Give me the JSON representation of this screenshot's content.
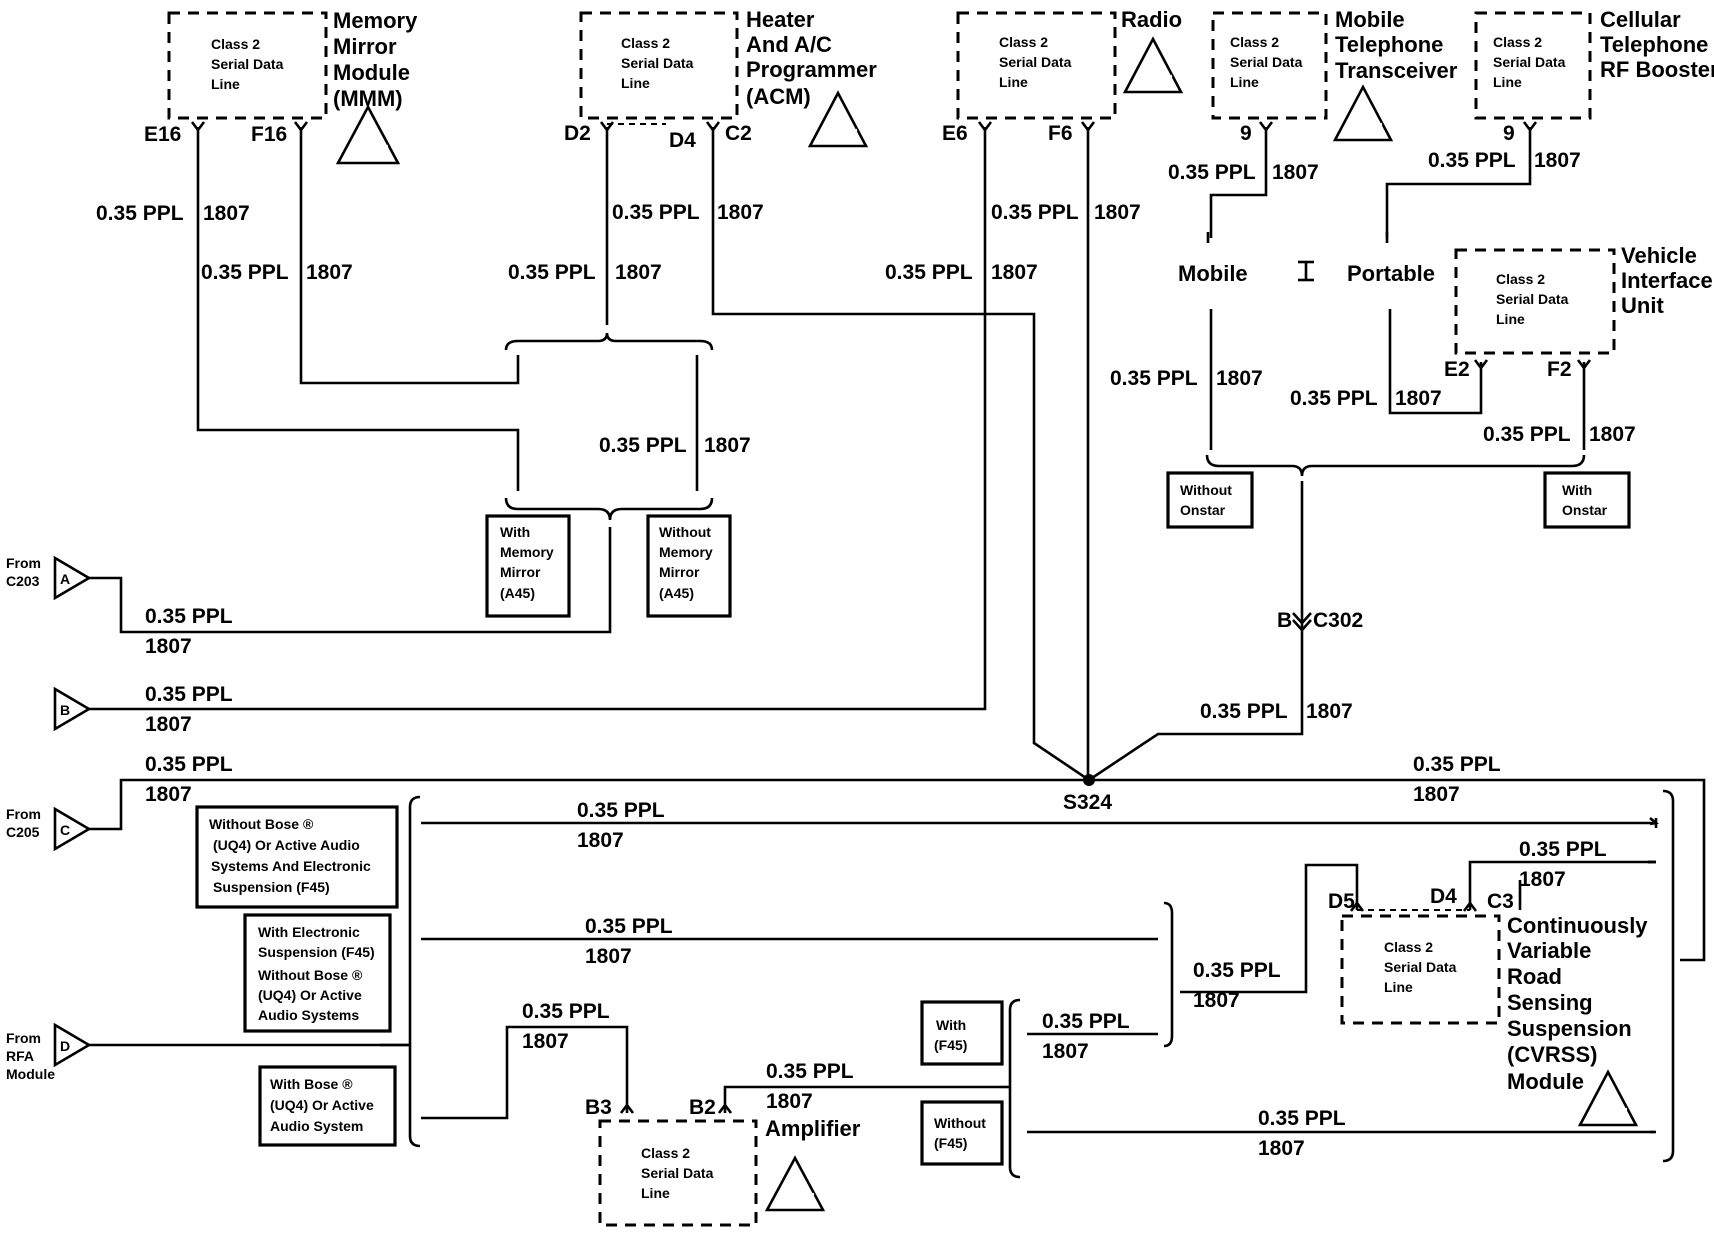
{
  "modules": {
    "mmm": {
      "name": [
        "Memory",
        "Mirror",
        "Module",
        "(MMM)"
      ],
      "inner": [
        "Class 2",
        "Serial Data",
        "Line"
      ],
      "pins": [
        "E16",
        "F16"
      ]
    },
    "acm": {
      "name": [
        "Heater",
        "And A/C",
        "Programmer",
        "(ACM)"
      ],
      "inner": [
        "Class 2",
        "Serial Data",
        "Line"
      ],
      "pins": [
        "D2",
        "D4",
        "C2"
      ]
    },
    "radio": {
      "name": [
        "Radio"
      ],
      "inner": [
        "Class 2",
        "Serial Data",
        "Line"
      ],
      "pins": [
        "E6",
        "F6"
      ]
    },
    "phone": {
      "name": [
        "Mobile",
        "Telephone",
        "Transceiver"
      ],
      "inner": [
        "Class 2",
        "Serial Data",
        "Line"
      ],
      "pins": [
        "9"
      ]
    },
    "booster": {
      "name": [
        "Cellular",
        "Telephone",
        "RF Booster"
      ],
      "inner": [
        "Class 2",
        "Serial Data",
        "Line"
      ],
      "pins": [
        "9"
      ]
    },
    "viu": {
      "name": [
        "Vehicle",
        "Interface",
        "Unit"
      ],
      "inner": [
        "Class 2",
        "Serial Data",
        "Line"
      ],
      "pins": [
        "E2",
        "F2"
      ]
    },
    "cvrss": {
      "name": [
        "Continuously",
        "Variable",
        "Road",
        "Sensing",
        "Suspension",
        "(CVRSS)",
        "Module"
      ],
      "inner": [
        "Class 2",
        "Serial Data",
        "Line"
      ],
      "pins": [
        "D5",
        "D4",
        "C3"
      ]
    },
    "amp": {
      "name": [
        "Amplifier"
      ],
      "inner": [
        "Class 2",
        "Serial Data",
        "Line"
      ],
      "pins": [
        "B3",
        "B2"
      ]
    }
  },
  "wire": {
    "size_color": "0.35 PPL",
    "circuit": "1807"
  },
  "options": {
    "mobile": "Mobile",
    "portable": "Portable",
    "without_onstar": [
      "Without",
      "Onstar"
    ],
    "with_onstar": [
      "With",
      "Onstar"
    ],
    "with_memory_mirror": [
      "With",
      "Memory",
      "Mirror",
      "(A45)"
    ],
    "without_memory_mirror": [
      "Without",
      "Memory",
      "Mirror",
      "(A45)"
    ],
    "without_bose": [
      "Without Bose",
      "(UQ4) Or Active",
      "Audio",
      "Systems And",
      "Electronic",
      "Suspension (F45)"
    ],
    "with_electronic_suspension": [
      "With",
      "Electronic",
      "Suspension",
      "(F45)",
      "Without Bose",
      "(UQ4) Or Active",
      "Audio Systems"
    ],
    "with_bose": [
      "With Bose",
      "(UQ4) Or Active",
      "Audio System"
    ],
    "with_f45": [
      "With",
      "(F45)"
    ],
    "without_f45": [
      "Without",
      "(F45)"
    ]
  },
  "refs": {
    "from_c203": [
      "From",
      "C203"
    ],
    "from_c205": [
      "From",
      "C205"
    ],
    "from_rfa": [
      "From",
      "RFA",
      "Module"
    ],
    "conn_a": "A",
    "conn_b": "B",
    "conn_c": "C",
    "conn_d": "D",
    "c302": "C302",
    "c302_pin": "B",
    "splice": "S324",
    "registered": "®"
  }
}
